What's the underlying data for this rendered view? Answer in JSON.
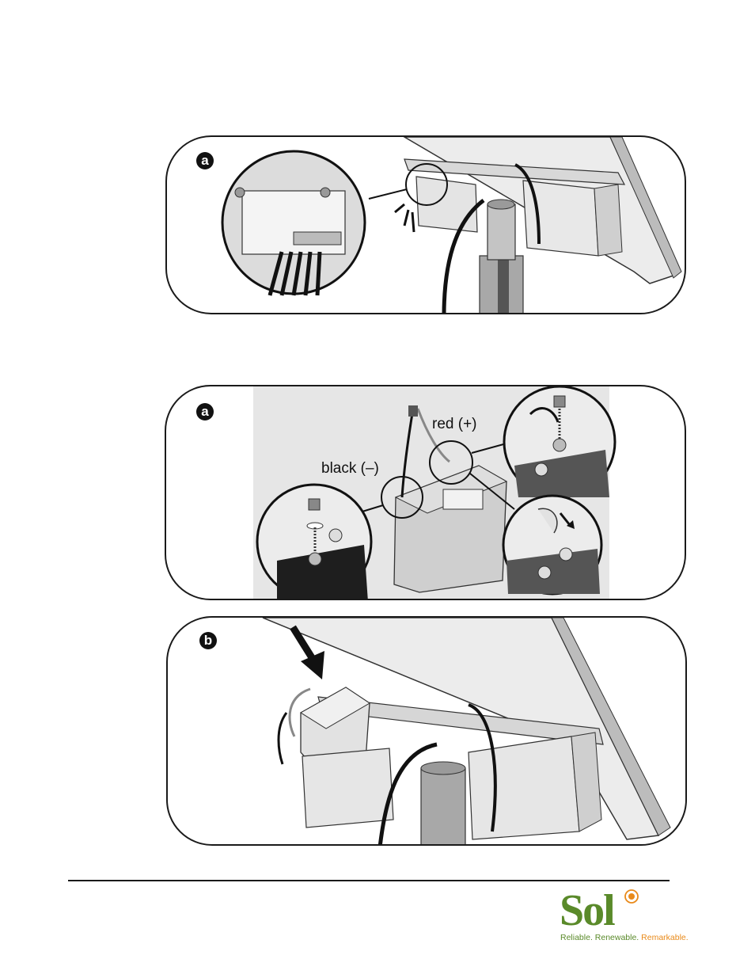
{
  "steps": {
    "panel1_badge": "a",
    "panel2_badge": "a",
    "panel3_badge": "b"
  },
  "labels": {
    "red": "red (+)",
    "black": "black (–)"
  },
  "logo": {
    "word": "Sol",
    "registered": "®",
    "tagline_part1": "Reliable. Renewable. ",
    "tagline_part2": "Remarkable.",
    "colors": {
      "green": "#5a8a2a",
      "orange": "#e98a1a"
    }
  },
  "icons": [
    "arrow-down-icon",
    "sun-logo-icon"
  ]
}
